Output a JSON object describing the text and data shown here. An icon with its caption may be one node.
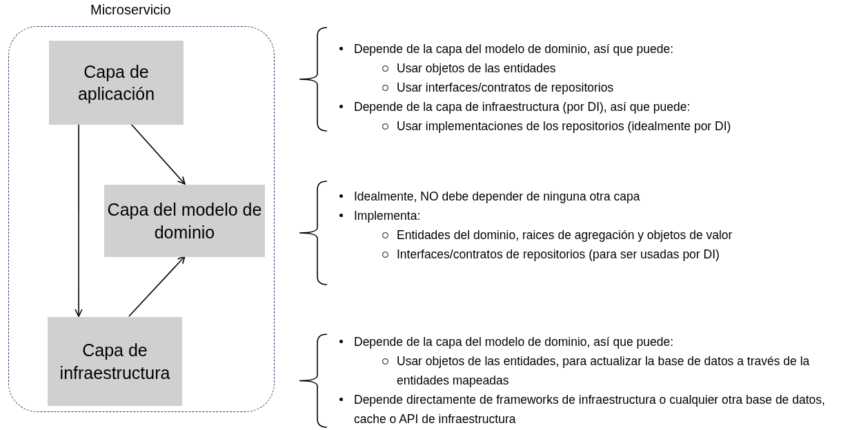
{
  "diagram": {
    "nodes": [
      {
        "text": [
          "Microservicio"
        ]
      },
      {
        "text": [
          "Capa de aplicación"
        ],
        "in": 0
      },
      {
        "text": [
          "Capa del modelo de dominio"
        ],
        "in": 0
      },
      {
        "text": [
          "Capa de infraestructura"
        ],
        "in": 0
      }
    ],
    "edges": [
      {
        "from": 1,
        "to": 2,
        "arrow": "to"
      },
      {
        "from": 1,
        "to": 3,
        "arrow": "to"
      },
      {
        "from": 3,
        "to": 2,
        "arrow": "to"
      }
    ],
    "labels": [
      "Depende de la capa del modelo de dominio, así que puede:",
      "Usar objetos de las entidades",
      "Usar interfaces/contratos de repositorios",
      "Depende de la capa de infraestructura (por DI), así que puede:",
      "Usar implementaciones de los repositorios (idealmente por DI)",
      "Idealmente, NO debe depender de ninguna otra capa",
      "Implementa:",
      "Entidades del dominio, raices de agregación y objetos de valor",
      "Interfaces/contratos de repositorios (para ser usadas por DI)",
      "Depende de la capa del modelo de dominio, así que puede:",
      "Usar objetos de las entidades, para actualizar la base de datos a través de la entidades mapeadas",
      "Depende directamente de frameworks de infraestructura o cualquier otra base de datos, cache o API de infraestructura"
    ]
  }
}
